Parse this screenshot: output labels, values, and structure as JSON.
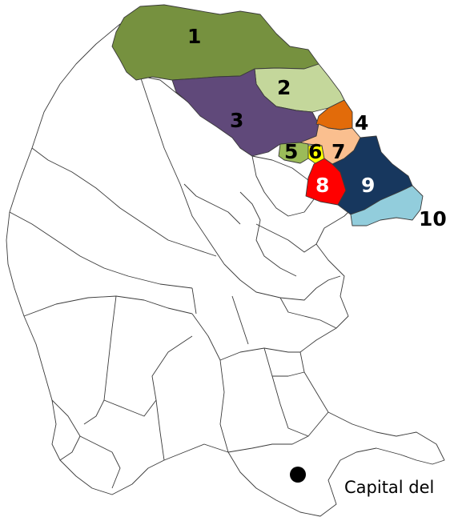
{
  "colors": {
    "region_1": "#76913f",
    "region_2": "#c4d79b",
    "region_3": "#60497a",
    "region_4": "#e26b0a",
    "region_5": "#9bbb59",
    "region_6": "#ffff00",
    "region_7": "#fabf8f",
    "region_8": "#ff0000",
    "region_9": "#17375e",
    "region_10": "#92cddc",
    "municipality": "#ffffff",
    "border": "#3a3a3a",
    "capital_marker": "#000000"
  },
  "regions": [
    {
      "label": "1"
    },
    {
      "label": "2"
    },
    {
      "label": "3"
    },
    {
      "label": "4"
    },
    {
      "label": "5"
    },
    {
      "label": "6"
    },
    {
      "label": "7"
    },
    {
      "label": "8"
    },
    {
      "label": "9"
    },
    {
      "label": "10"
    }
  ],
  "legend": {
    "capital_label": "Capital del",
    "capital_marker_icon": "filled-circle-icon"
  }
}
